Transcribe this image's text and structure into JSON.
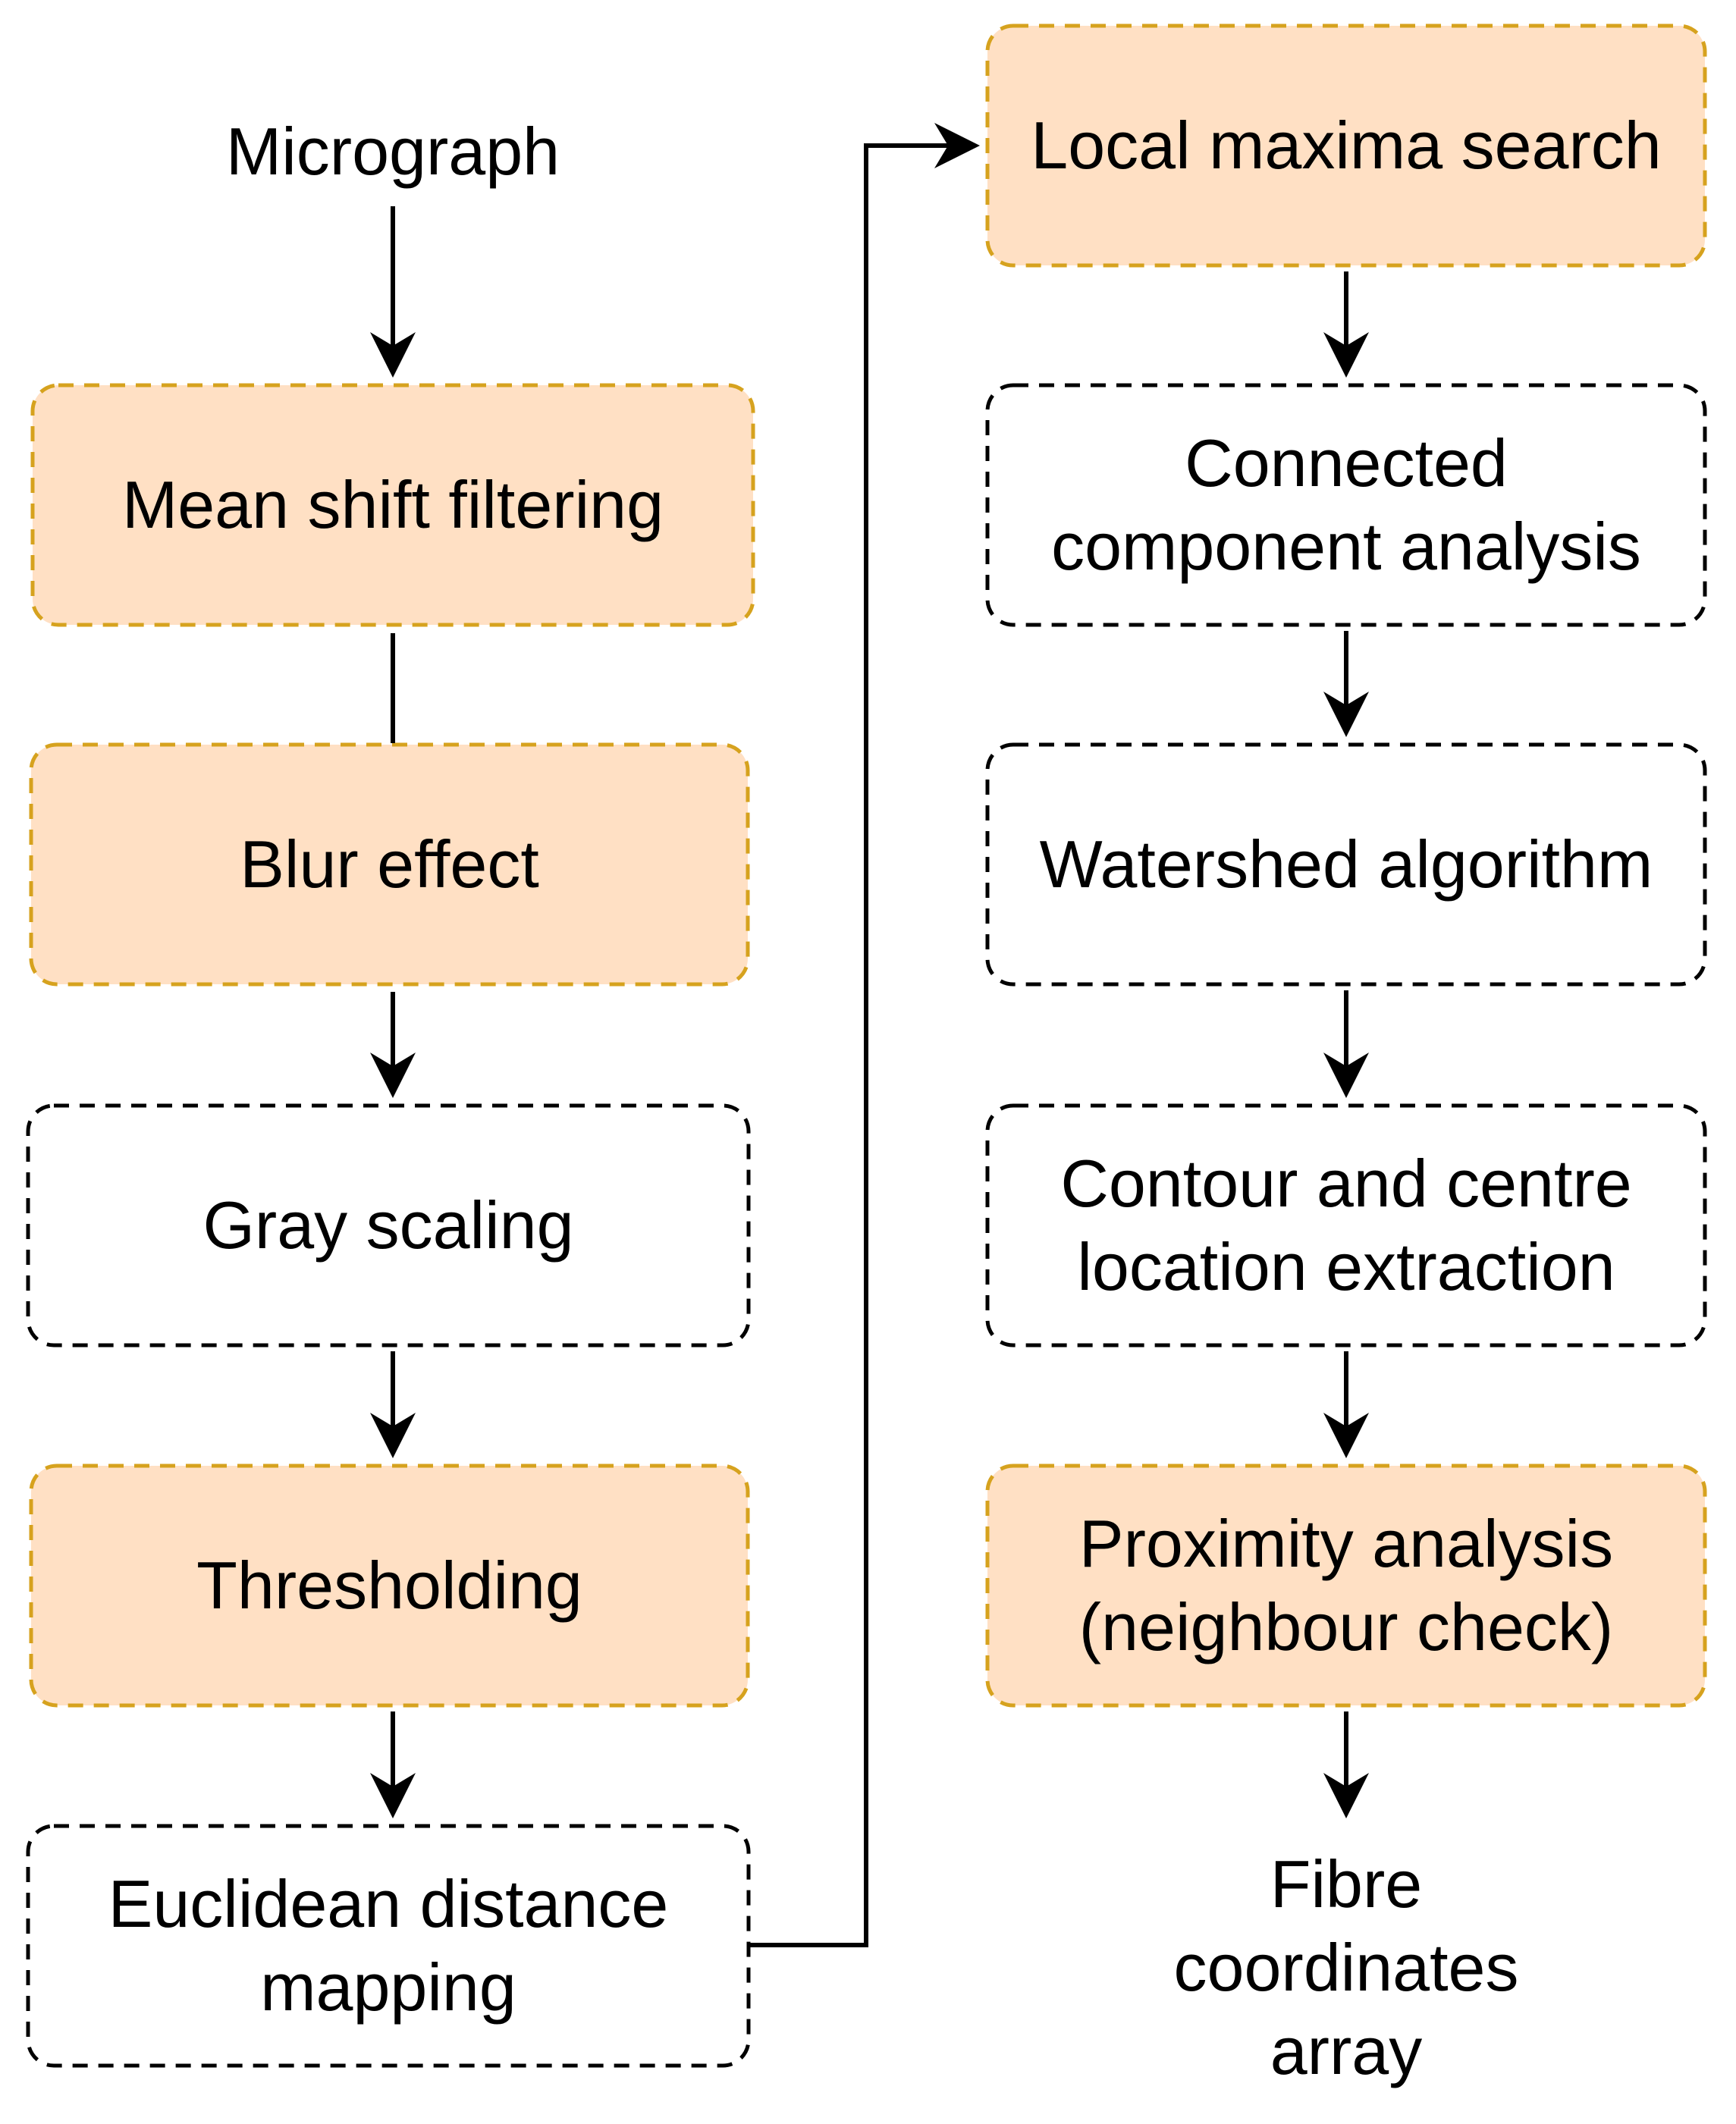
{
  "colors": {
    "highlight_fill": "#ffe0c4",
    "highlight_border": "#d6a21e",
    "plain_fill": "#ffffff",
    "plain_border": "#000000",
    "arrow": "#000000"
  },
  "start_label": "Micrograph",
  "end_label": "Fibre\ncoordinates\narray",
  "left_column": [
    {
      "id": "mean-shift",
      "text": "Mean shift filtering",
      "highlight": true
    },
    {
      "id": "blur",
      "text": "Blur effect",
      "highlight": true
    },
    {
      "id": "gray",
      "text": "Gray scaling",
      "highlight": false
    },
    {
      "id": "threshold",
      "text": "Thresholding",
      "highlight": true
    },
    {
      "id": "euclidean",
      "text": "Euclidean distance\nmapping",
      "highlight": false
    }
  ],
  "right_column": [
    {
      "id": "local-maxima",
      "text": "Local maxima search",
      "highlight": true
    },
    {
      "id": "connected",
      "text": "Connected\ncomponent analysis",
      "highlight": false
    },
    {
      "id": "watershed",
      "text": "Watershed algorithm",
      "highlight": false
    },
    {
      "id": "contour",
      "text": "Contour and centre\nlocation extraction",
      "highlight": false
    },
    {
      "id": "proximity",
      "text": "Proximity analysis\n(neighbour check)",
      "highlight": true
    }
  ]
}
